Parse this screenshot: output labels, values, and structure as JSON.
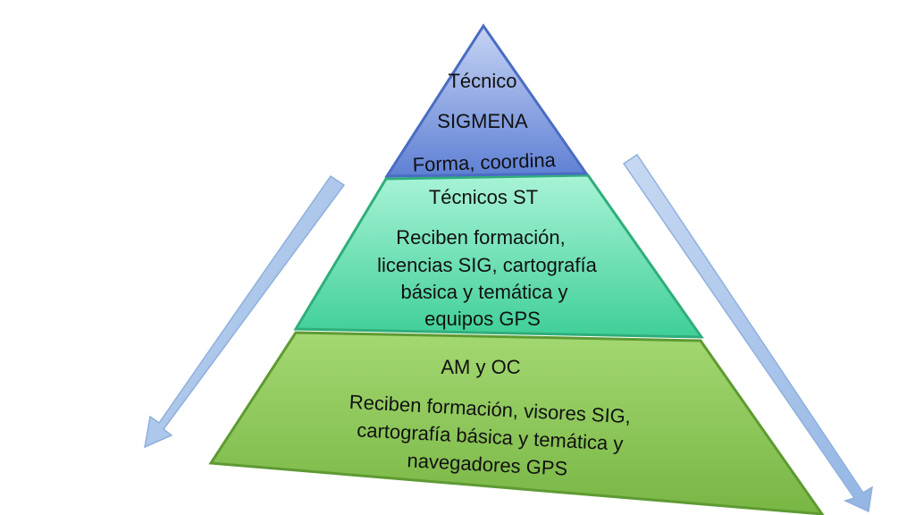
{
  "pyramid": {
    "top": {
      "lines": [
        "Técnico",
        "SIGMENA",
        "Forma, coordina"
      ],
      "color": "#6f8fdc"
    },
    "middle": {
      "lines": [
        "Técnicos ST",
        "Reciben formación,",
        "licencias SIG, cartografía",
        "básica y temática y",
        "equipos GPS"
      ],
      "color": "#5fe0b0"
    },
    "bottom": {
      "lines": [
        "AM y OC",
        "Reciben formación, visores SIG,",
        "cartografía básica y temática y",
        "navegadores GPS"
      ],
      "color": "#8cc85a"
    }
  },
  "arrows": {
    "left": {
      "icon": "arrow-down-left-icon",
      "color": "#a9c4e8"
    },
    "right": {
      "icon": "arrow-down-right-icon",
      "color": "#a9c4e8"
    }
  }
}
